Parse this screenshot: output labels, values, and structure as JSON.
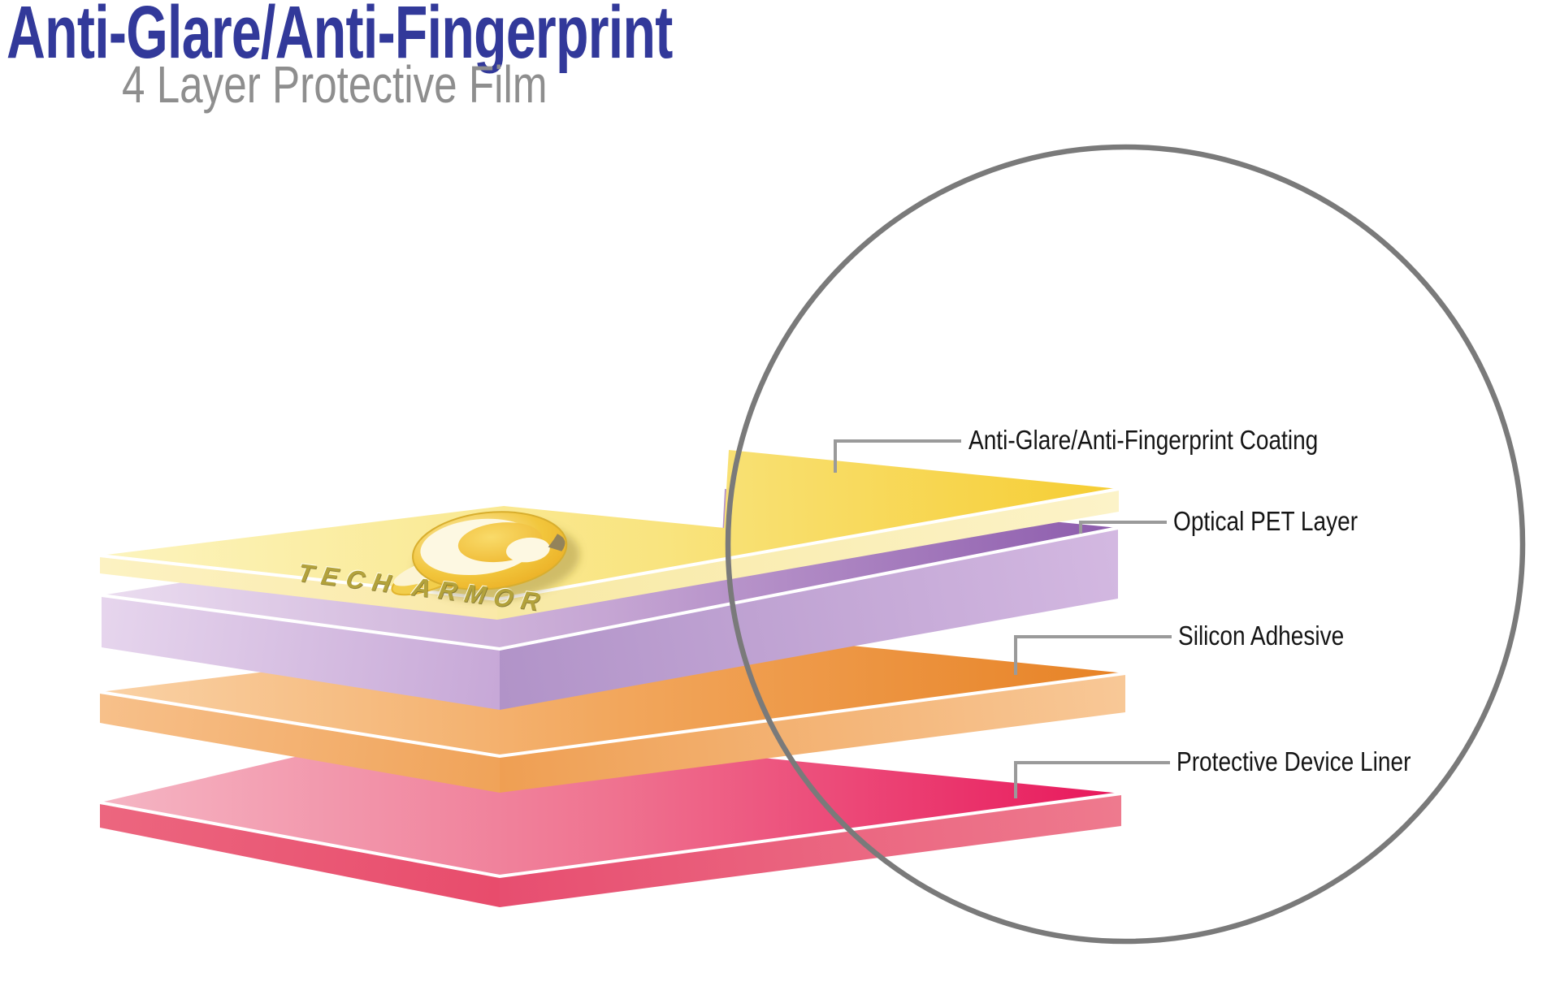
{
  "title": {
    "text": "Anti-Glare/Anti-Fingerprint",
    "color": "#32399A"
  },
  "subtitle": {
    "text": "4 Layer Protective Film",
    "color": "#8E8E8E"
  },
  "brand": {
    "logo_text": "TECH ARMOR"
  },
  "magnifier": {
    "stroke_color": "#7A7A7A"
  },
  "leader": {
    "color": "#9A9A9A"
  },
  "ui": {
    "label_color": "#151515",
    "background": "#FFFFFF"
  },
  "layers": [
    {
      "name": "anti-glare-anti-fingerprint-coating",
      "label": "Anti-Glare/Anti-Fingerprint Coating",
      "top": [
        "#FCF4BE",
        "#F9E47F",
        "#F6CD32"
      ],
      "front_left": [
        "#FCF2C2",
        "#FAE9A8"
      ],
      "front_right": [
        "#F8E9A4",
        "#FCF3C8"
      ]
    },
    {
      "name": "optical-pet-layer",
      "label": "Optical PET Layer",
      "top": [
        "#EBDDF0",
        "#C5A5D3",
        "#8C5BAC"
      ],
      "front_left": [
        "#E6D5ED",
        "#C7A8D7"
      ],
      "front_right": [
        "#B193C8",
        "#D3B8E1"
      ]
    },
    {
      "name": "silicon-adhesive",
      "label": "Silicon Adhesive",
      "top": [
        "#FAD2A6",
        "#F2A75D",
        "#E78225"
      ],
      "front_left": [
        "#F7C08A",
        "#F0A359"
      ],
      "front_right": [
        "#EF9F53",
        "#F8C897"
      ]
    },
    {
      "name": "protective-device-liner",
      "label": "Protective Device Liner",
      "top": [
        "#F5B6C4",
        "#EF7390",
        "#E8175B"
      ],
      "front_left": [
        "#EC667F",
        "#E84C6C"
      ],
      "front_right": [
        "#E74E70",
        "#EE7A8E"
      ]
    }
  ]
}
